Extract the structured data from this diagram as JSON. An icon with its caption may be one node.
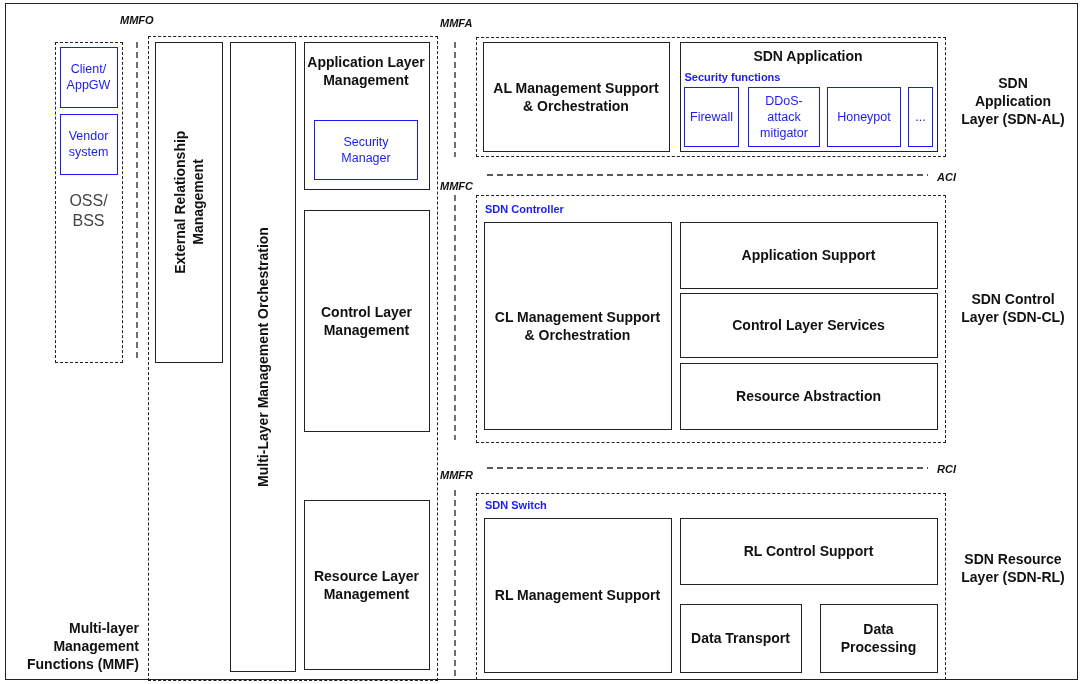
{
  "diagram": {
    "nodes": [
      {
        "text": [
          "OSS/ BSS"
        ]
      },
      {
        "text": [
          "Client/ AppGW"
        ],
        "in": 0
      },
      {
        "text": [
          "Vendor system"
        ],
        "in": 0
      },
      {
        "text": [
          "Multi-layer Management Functions (MMF)"
        ]
      },
      {
        "text": [
          "External Relationship Management"
        ],
        "in": 3
      },
      {
        "text": [
          "Multi-Layer Management Orchestration"
        ],
        "in": 3
      },
      {
        "text": [
          "Application Layer Management"
        ],
        "in": 3
      },
      {
        "text": [
          "Security Manager"
        ],
        "in": 6
      },
      {
        "text": [
          "Control Layer Management"
        ],
        "in": 3
      },
      {
        "text": [
          "Resource Layer Management"
        ],
        "in": 3
      },
      {
        "text": [
          "SDN Application Layer (SDN-AL)"
        ]
      },
      {
        "text": [
          "AL Management Support & Orchestration"
        ],
        "in": 10
      },
      {
        "text": [
          "SDN Application",
          "Security functions"
        ],
        "in": 10
      },
      {
        "text": [
          "Firewall"
        ],
        "in": 12
      },
      {
        "text": [
          "DDoS-attack mitigator"
        ],
        "in": 12
      },
      {
        "text": [
          "Honeypot"
        ],
        "in": 12
      },
      {
        "text": [
          "..."
        ],
        "in": 12
      },
      {
        "text": [
          "SDN Controller",
          "SDN Control Layer (SDN-CL)"
        ]
      },
      {
        "text": [
          "CL Management Support & Orchestration"
        ],
        "in": 17
      },
      {
        "text": [
          "Application Support"
        ],
        "in": 17
      },
      {
        "text": [
          "Control Layer Services"
        ],
        "in": 17
      },
      {
        "text": [
          "Resource Abstraction"
        ],
        "in": 17
      },
      {
        "text": [
          "SDN Switch",
          "SDN Resource Layer (SDN-RL)"
        ]
      },
      {
        "text": [
          "RL Management Support"
        ],
        "in": 22
      },
      {
        "text": [
          "RL Control Support"
        ],
        "in": 22
      },
      {
        "text": [
          "Data Transport"
        ],
        "in": 22
      },
      {
        "text": [
          "Data Processing"
        ],
        "in": 22
      }
    ],
    "labels": [
      "MMFO",
      "MMFA",
      "ACI",
      "MMFC",
      "RCI",
      "MMFR"
    ]
  }
}
